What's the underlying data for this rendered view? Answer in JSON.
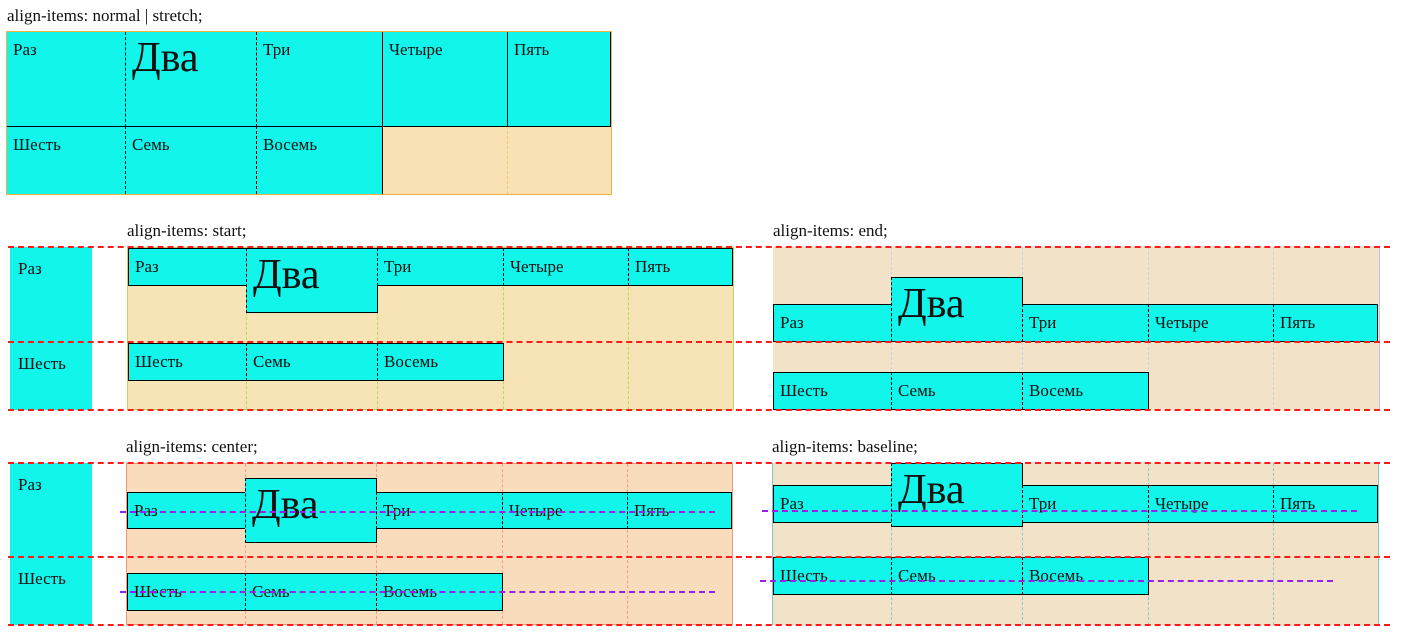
{
  "sections": {
    "stretch": {
      "caption": "align-items: normal | stretch;",
      "row1": [
        "Раз",
        "Два",
        "Три",
        "Четыре",
        "Пять"
      ],
      "row2": [
        "Шесть",
        "Семь",
        "Восемь"
      ]
    },
    "start": {
      "caption": "align-items: start;",
      "row1": [
        "Раз",
        "Два",
        "Три",
        "Четыре",
        "Пять"
      ],
      "row2": [
        "Шесть",
        "Семь",
        "Восемь"
      ]
    },
    "end": {
      "caption": "align-items: end;",
      "row1": [
        "Раз",
        "Два",
        "Три",
        "Четыре",
        "Пять"
      ],
      "row2": [
        "Шесть",
        "Семь",
        "Восемь"
      ]
    },
    "center": {
      "caption": "align-items: center;",
      "row1": [
        "Раз",
        "Два",
        "Три",
        "Четыре",
        "Пять"
      ],
      "row2": [
        "Шесть",
        "Семь",
        "Восемь"
      ]
    },
    "baseline": {
      "caption": "align-items: baseline;",
      "row1": [
        "Раз",
        "Два",
        "Три",
        "Четыре",
        "Пять"
      ],
      "row2": [
        "Шесть",
        "Семь",
        "Восемь"
      ]
    }
  },
  "side_labels": {
    "top": {
      "row1": "Раз",
      "row2": "Шесть"
    },
    "bottom": {
      "row1": "Раз",
      "row2": "Шесть"
    }
  },
  "colors": {
    "item": "#12f5ea",
    "stretch_bg": "#f7e1b5",
    "start_bg": "#f6e3b6",
    "end_bg": "#f1e2c8",
    "center_bg": "#f8dcbc",
    "baseline_bg": "#f1e2c8",
    "row_line": "#ff1a1a",
    "baseline_marker": "#9b1fe8"
  }
}
